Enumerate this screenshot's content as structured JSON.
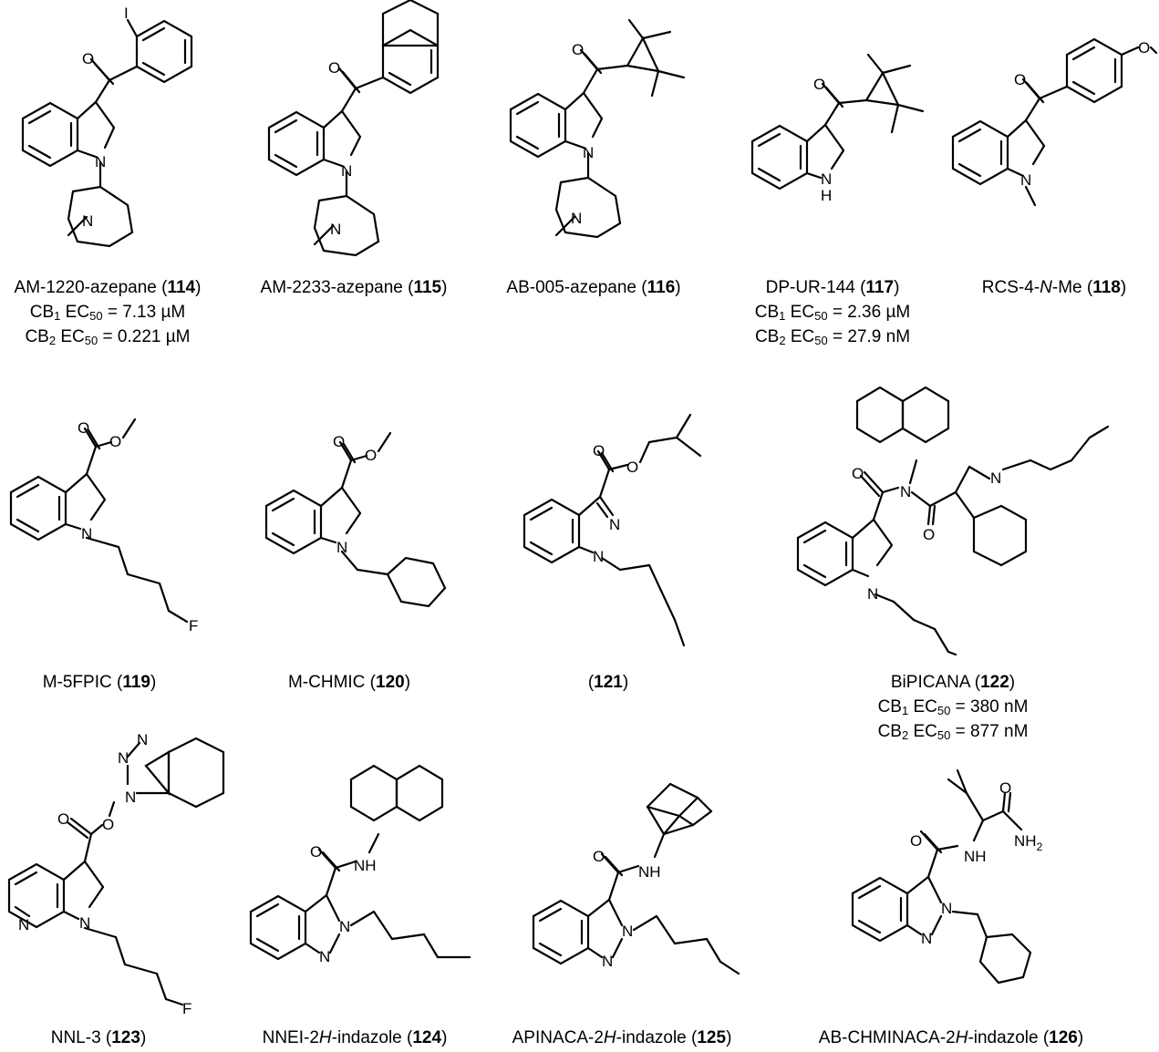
{
  "compounds": [
    {
      "id": "c114",
      "name": "AM-1220-azepane (",
      "num": "114",
      "close": ")",
      "lines": [
        {
          "a": "CB",
          "s1": "1",
          "b": " EC",
          "s2": "50",
          "c": " = 7.13 µM"
        },
        {
          "a": "CB",
          "s1": "2",
          "b": " EC",
          "s2": "50",
          "c": " = 0.221 µM"
        }
      ]
    },
    {
      "id": "c115",
      "name": "AM-2233-azepane (",
      "num": "115",
      "close": ")",
      "lines": []
    },
    {
      "id": "c116",
      "name": "AB-005-azepane (",
      "num": "116",
      "close": ")",
      "lines": []
    },
    {
      "id": "c117",
      "name": "DP-UR-144 (",
      "num": "117",
      "close": ")",
      "lines": [
        {
          "a": "CB",
          "s1": "1",
          "b": " EC",
          "s2": "50",
          "c": " = 2.36 µM"
        },
        {
          "a": "CB",
          "s1": "2",
          "b": " EC",
          "s2": "50",
          "c": " = 27.9 nM"
        }
      ]
    },
    {
      "id": "c118",
      "name": "RCS-4-",
      "ital": "N",
      "name2": "-Me (",
      "num": "118",
      "close": ")",
      "lines": []
    },
    {
      "id": "c119",
      "name": "M-5FPIC (",
      "num": "119",
      "close": ")",
      "lines": []
    },
    {
      "id": "c120",
      "name": "M-CHMIC (",
      "num": "120",
      "close": ")",
      "lines": []
    },
    {
      "id": "c121",
      "name": "(",
      "num": "121",
      "close": ")",
      "lines": []
    },
    {
      "id": "c122",
      "name": "BiPICANA (",
      "num": "122",
      "close": ")",
      "lines": [
        {
          "a": "CB",
          "s1": "1",
          "b": " EC",
          "s2": "50",
          "c": " = 380 nM"
        },
        {
          "a": "CB",
          "s1": "2",
          "b": " EC",
          "s2": "50",
          "c": " = 877 nM"
        }
      ]
    },
    {
      "id": "c123",
      "name": "NNL-3 (",
      "num": "123",
      "close": ")",
      "lines": []
    },
    {
      "id": "c124",
      "name": "NNEI-2",
      "ital": "H",
      "name2": "-indazole (",
      "num": "124",
      "close": ")",
      "lines": []
    },
    {
      "id": "c125",
      "name": "APINACA-2",
      "ital": "H",
      "name2": "-indazole (",
      "num": "125",
      "close": ")",
      "lines": []
    },
    {
      "id": "c126",
      "name": "AB-CHMINACA-2",
      "ital": "H",
      "name2": "-indazole (",
      "num": "126",
      "close": ")",
      "lines": []
    }
  ],
  "atoms": {
    "I": "I",
    "O": "O",
    "N": "N",
    "NH": "NH",
    "H": "H",
    "F": "F",
    "NH2": "NH",
    "sub2": "2"
  }
}
